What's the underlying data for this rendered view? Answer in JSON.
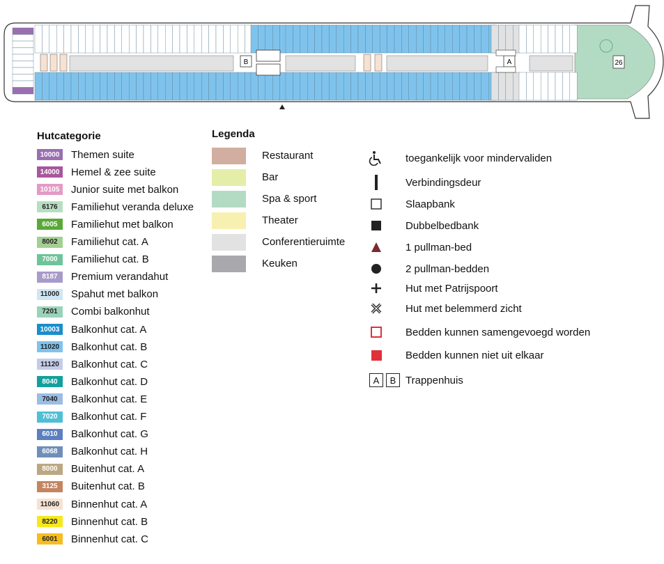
{
  "deck": {
    "stair_a": "A",
    "stair_b": "B",
    "deck_number": "26"
  },
  "categories_title": "Hutcategorie",
  "categories": [
    {
      "code": "10000",
      "label": "Themen suite",
      "color": "#9a6fb0"
    },
    {
      "code": "14000",
      "label": "Hemel & zee suite",
      "color": "#a8569e"
    },
    {
      "code": "10105",
      "label": "Junior suite met balkon",
      "color": "#e39bc6"
    },
    {
      "code": "6176",
      "label": "Familiehut veranda deluxe",
      "color": "#b7dec3"
    },
    {
      "code": "6005",
      "label": "Familiehut met balkon",
      "color": "#5aa83a"
    },
    {
      "code": "8002",
      "label": "Familiehut cat. A",
      "color": "#a4cf93"
    },
    {
      "code": "7000",
      "label": "Familiehut cat. B",
      "color": "#6fc39b"
    },
    {
      "code": "8187",
      "label": "Premium verandahut",
      "color": "#a89ac9"
    },
    {
      "code": "11000",
      "label": "Spahut met balkon",
      "color": "#cfe6f5"
    },
    {
      "code": "7201",
      "label": "Combi balkonhut",
      "color": "#9bd2ba"
    },
    {
      "code": "10003",
      "label": "Balkonhut cat. A",
      "color": "#1a8dcc"
    },
    {
      "code": "11020",
      "label": "Balkonhut cat. B",
      "color": "#7fc3ec"
    },
    {
      "code": "11120",
      "label": "Balkonhut cat. C",
      "color": "#c3cde9"
    },
    {
      "code": "8040",
      "label": "Balkonhut cat. D",
      "color": "#13a09d"
    },
    {
      "code": "7040",
      "label": "Balkonhut cat. E",
      "color": "#9bbde4"
    },
    {
      "code": "7020",
      "label": "Balkonhut cat. F",
      "color": "#4fbfd6"
    },
    {
      "code": "6010",
      "label": "Balkonhut cat. G",
      "color": "#5b7fbf"
    },
    {
      "code": "6068",
      "label": "Balkonhut cat. H",
      "color": "#6f8fb8"
    },
    {
      "code": "8000",
      "label": "Buitenhut cat. A",
      "color": "#bba882"
    },
    {
      "code": "3125",
      "label": "Buitenhut cat. B",
      "color": "#c58460"
    },
    {
      "code": "11060",
      "label": "Binnenhut cat. A",
      "color": "#f6e2d2"
    },
    {
      "code": "8220",
      "label": "Binnenhut cat. B",
      "color": "#f6e81c"
    },
    {
      "code": "6001",
      "label": "Binnenhut cat. C",
      "color": "#f7bd1f"
    }
  ],
  "legend_title": "Legenda",
  "legend": [
    {
      "label": "Restaurant",
      "color": "#d2aea0"
    },
    {
      "label": "Bar",
      "color": "#e4eea9"
    },
    {
      "label": "Spa & sport",
      "color": "#b3dbc3"
    },
    {
      "label": "Theater",
      "color": "#f7f0b0"
    },
    {
      "label": "Conferentieruimte",
      "color": "#e2e2e2"
    },
    {
      "label": "Keuken",
      "color": "#a9a9ad"
    }
  ],
  "symbols": [
    {
      "icon": "wheelchair-icon",
      "label": "toegankelijk voor mindervaliden"
    },
    {
      "icon": "connecting-door-icon",
      "label": "Verbindingsdeur"
    },
    {
      "icon": "sofa-bed-icon",
      "label": "Slaapbank"
    },
    {
      "icon": "double-sofa-bed-icon",
      "label": "Dubbelbedbank"
    },
    {
      "icon": "pullman-bed-icon",
      "label": "1 pullman-bed"
    },
    {
      "icon": "two-pullman-beds-icon",
      "label": "2 pullman-bedden"
    },
    {
      "icon": "porthole-icon",
      "label": "Hut met Patrijspoort"
    },
    {
      "icon": "obstructed-view-icon",
      "label": "Hut met belemmerd zicht"
    },
    {
      "icon": "beds-joinable-icon",
      "label": "Bedden kunnen samengevoegd worden"
    },
    {
      "icon": "beds-fixed-icon",
      "label": "Bedden kunnen niet uit elkaar"
    }
  ],
  "stairs": {
    "a": "A",
    "b": "B",
    "label": "Trappenhuis"
  }
}
